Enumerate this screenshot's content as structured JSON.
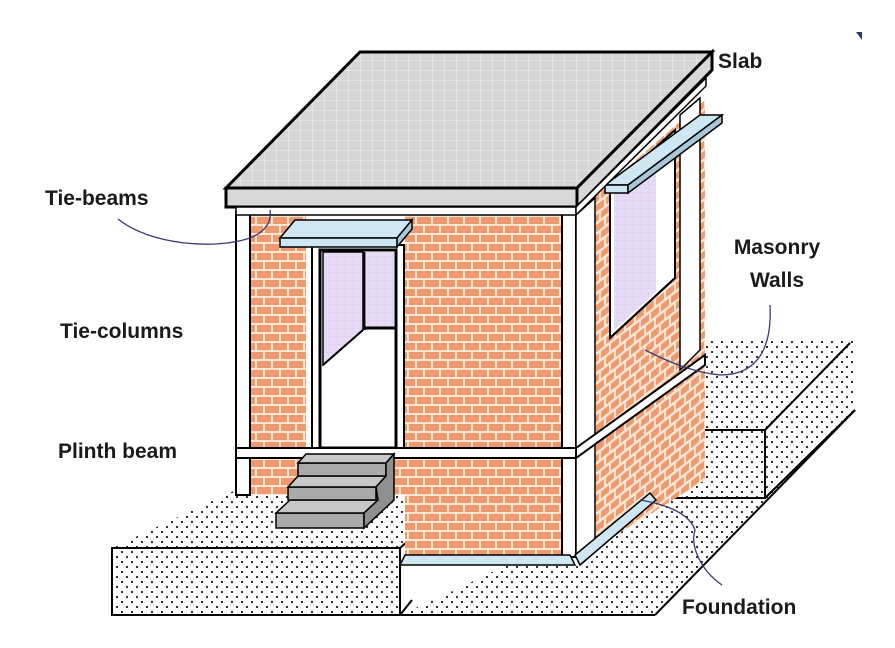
{
  "diagram": {
    "type": "illustration",
    "subject": "confined masonry building components",
    "colors": {
      "brick": "#ee9a6e",
      "mortar": "#fbe6d6",
      "slab": "#d4d4d4",
      "lintel": "#cfe6f3",
      "glass": "#e6d7f3",
      "ground_dots": "#1a1a1a",
      "leader_line": "#3a3a7a",
      "outline": "#000000"
    },
    "labels": [
      {
        "id": "slab",
        "text": "Slab"
      },
      {
        "id": "tie-beams",
        "text": "Tie-beams"
      },
      {
        "id": "masonry-walls",
        "text": "Masonry Walls",
        "lines": [
          "Masonry",
          "Walls"
        ]
      },
      {
        "id": "tie-columns",
        "text": "Tie-columns"
      },
      {
        "id": "plinth-beam",
        "text": "Plinth beam"
      },
      {
        "id": "foundation",
        "text": "Foundation"
      }
    ]
  }
}
